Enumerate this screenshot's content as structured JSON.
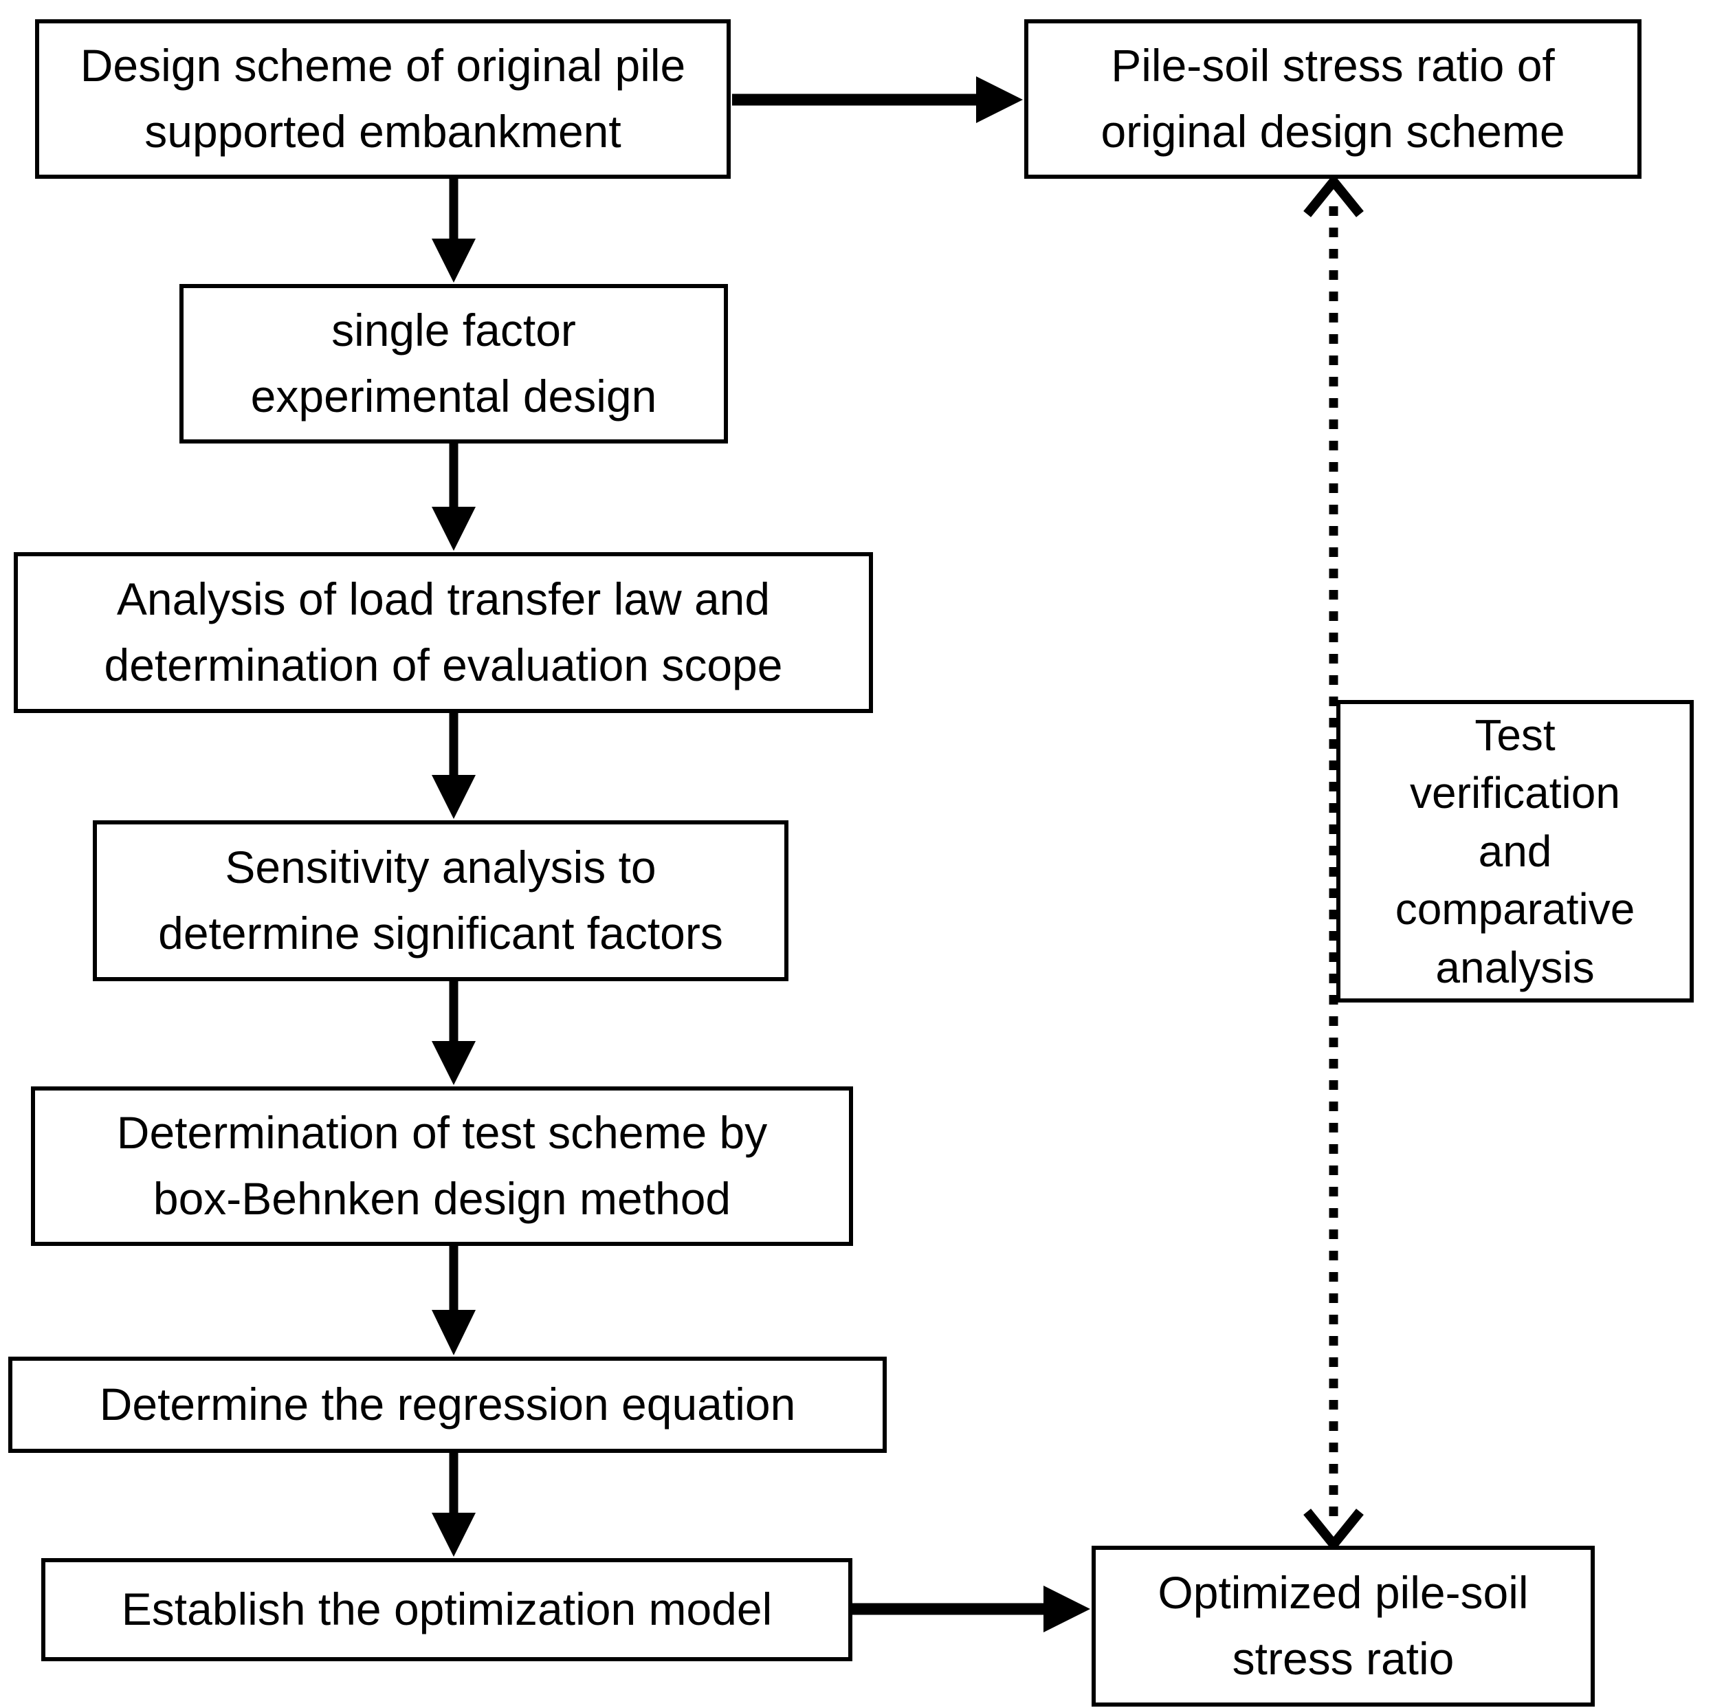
{
  "diagram": {
    "type": "flowchart",
    "colors": {
      "background": "#ffffff",
      "box_fill": "#ffffff",
      "box_border": "#000000",
      "text": "#000000",
      "arrow": "#000000"
    },
    "boxes": {
      "design_scheme": {
        "line1": "Design scheme of original pile",
        "line2": "supported embankment"
      },
      "single_factor": {
        "line1": "single factor",
        "line2": "experimental design"
      },
      "load_transfer": {
        "line1": "Analysis of load transfer law and",
        "line2": "determination of evaluation scope"
      },
      "sensitivity": {
        "line1": "Sensitivity analysis to",
        "line2": "determine significant factors"
      },
      "box_behnken": {
        "line1": "Determination of test scheme by",
        "line2": "box-Behnken design method"
      },
      "regression": {
        "line1": "Determine the regression equation"
      },
      "optimization_model": {
        "line1": "Establish the optimization model"
      },
      "pile_soil_original": {
        "line1": "Pile-soil stress ratio of",
        "line2": "original design scheme"
      },
      "test_verification": {
        "line1": "Test",
        "line2": "verification",
        "line3": "and",
        "line4": "comparative",
        "line5": "analysis"
      },
      "optimized_ratio": {
        "line1": "Optimized pile-soil",
        "line2": "stress ratio"
      }
    },
    "connections": [
      {
        "from": "design_scheme",
        "to": "pile_soil_original",
        "style": "solid-arrow"
      },
      {
        "from": "design_scheme",
        "to": "single_factor",
        "style": "solid-arrow"
      },
      {
        "from": "single_factor",
        "to": "load_transfer",
        "style": "solid-arrow"
      },
      {
        "from": "load_transfer",
        "to": "sensitivity",
        "style": "solid-arrow"
      },
      {
        "from": "sensitivity",
        "to": "box_behnken",
        "style": "solid-arrow"
      },
      {
        "from": "box_behnken",
        "to": "regression",
        "style": "solid-arrow"
      },
      {
        "from": "regression",
        "to": "optimization_model",
        "style": "solid-arrow"
      },
      {
        "from": "optimization_model",
        "to": "optimized_ratio",
        "style": "solid-arrow"
      },
      {
        "from": "pile_soil_original",
        "to": "optimized_ratio",
        "style": "dotted-double-arrow",
        "via": "test_verification"
      }
    ]
  }
}
